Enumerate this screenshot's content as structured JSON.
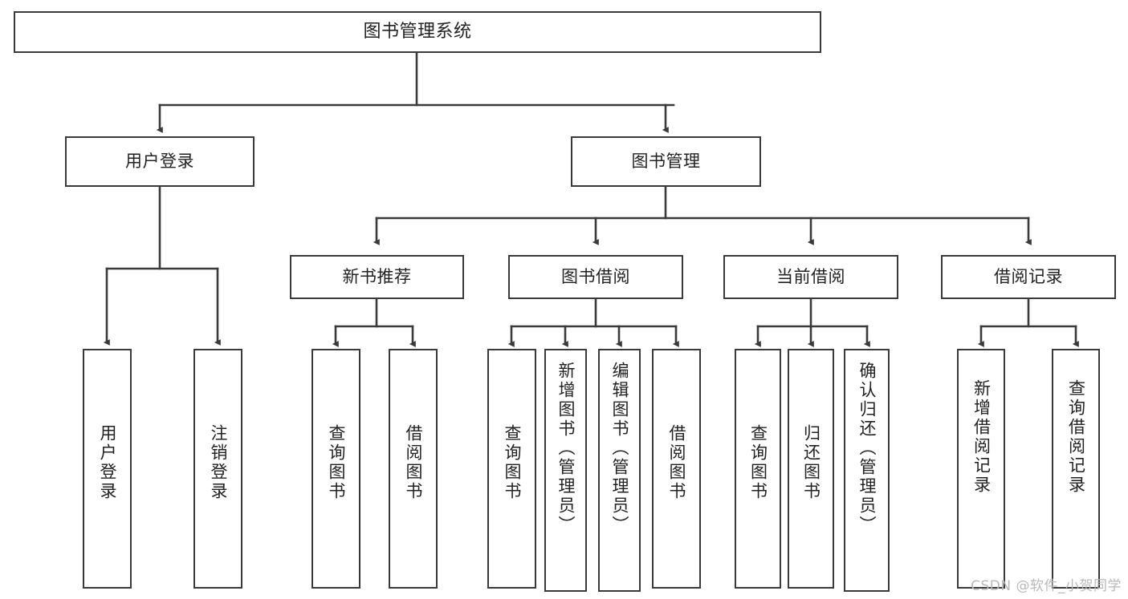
{
  "diagram": {
    "title": "图书管理系统",
    "type": "tree-hierarchy",
    "colors": {
      "stroke": "#3a3a3a",
      "fill": "#ffffff",
      "text": "#222222",
      "watermark": "#b9b9b9"
    },
    "watermark": "CSDN @软件_小贺同学"
  },
  "nodes": {
    "root": {
      "label": "图书管理系统"
    },
    "level2": [
      {
        "id": "user-login",
        "label": "用户登录"
      },
      {
        "id": "book-manage",
        "label": "图书管理"
      }
    ],
    "level3": [
      {
        "id": "new-book-recommend",
        "label": "新书推荐"
      },
      {
        "id": "book-borrow",
        "label": "图书借阅"
      },
      {
        "id": "current-borrow",
        "label": "当前借阅"
      },
      {
        "id": "borrow-record",
        "label": "借阅记录"
      }
    ],
    "leaves": {
      "user_login": [
        {
          "id": "leaf-user-login",
          "label": "用户登录"
        },
        {
          "id": "leaf-logout-login",
          "label": "注销登录"
        }
      ],
      "new_book_recommend": [
        {
          "id": "leaf-query-book-1",
          "label": "查询图书"
        },
        {
          "id": "leaf-borrow-book-1",
          "label": "借阅图书"
        }
      ],
      "book_borrow": [
        {
          "id": "leaf-query-book-2",
          "label": "查询图书"
        },
        {
          "id": "leaf-add-book-admin",
          "label": "新增图书（管理员）"
        },
        {
          "id": "leaf-edit-book-admin",
          "label": "编辑图书（管理员）"
        },
        {
          "id": "leaf-borrow-book-2",
          "label": "借阅图书"
        }
      ],
      "current_borrow": [
        {
          "id": "leaf-query-book-3",
          "label": "查询图书"
        },
        {
          "id": "leaf-return-book",
          "label": "归还图书"
        },
        {
          "id": "leaf-confirm-return-admin",
          "label": "确认归还（管理员）"
        }
      ],
      "borrow_record": [
        {
          "id": "leaf-add-borrow-record",
          "label": "新增借阅记录"
        },
        {
          "id": "leaf-query-borrow-record",
          "label": "查询借阅记录"
        }
      ]
    }
  }
}
